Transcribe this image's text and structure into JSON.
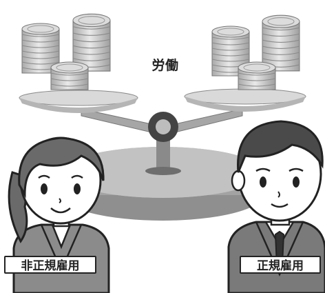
{
  "heading": "労働",
  "labels": {
    "left": "非正規雇用",
    "right": "正規雇用"
  },
  "colors": {
    "outline": "#222222",
    "platform": "#8f8f8f",
    "coin": "#c8c8c8",
    "skin": "#ffffff",
    "hair": "#555555"
  }
}
